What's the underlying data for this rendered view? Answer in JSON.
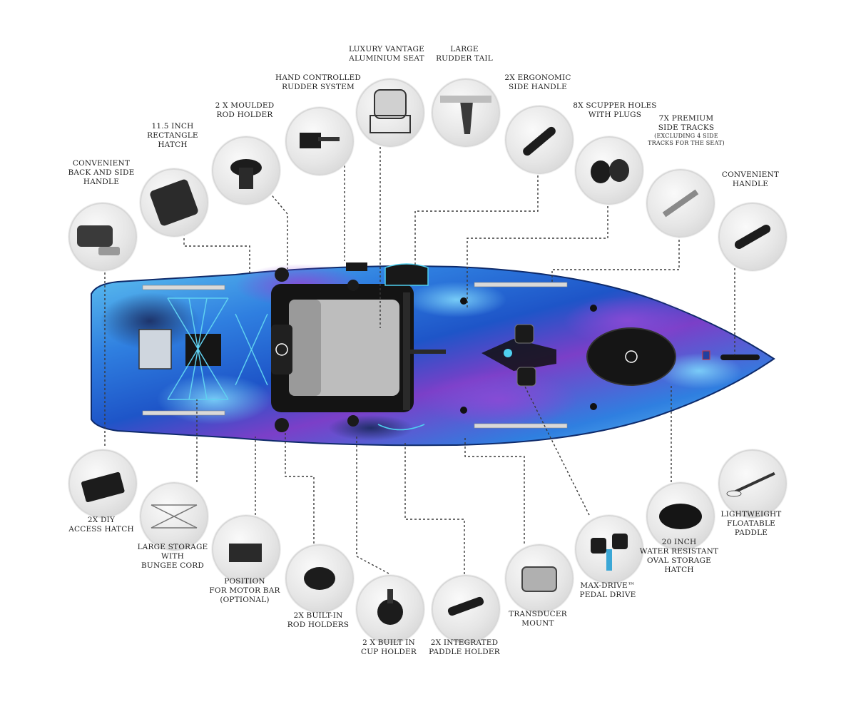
{
  "callouts": [
    {
      "id": "back-side-handle",
      "lines": [
        "CONVENIENT",
        "BACK AND SIDE",
        "HANDLE"
      ],
      "icon": "handle-icon"
    },
    {
      "id": "rectangle-hatch",
      "lines": [
        "11.5 INCH",
        "RECTANGLE",
        "HATCH"
      ],
      "icon": "hatch-icon"
    },
    {
      "id": "moulded-rod-holder",
      "lines": [
        "2 X MOULDED",
        "ROD HOLDER"
      ],
      "icon": "rod-holder-icon"
    },
    {
      "id": "rudder-system",
      "lines": [
        "HAND CONTROLLED",
        "RUDDER SYSTEM"
      ],
      "icon": "rudder-control-icon"
    },
    {
      "id": "aluminium-seat",
      "lines": [
        "LUXURY VANTAGE",
        "ALUMINIUM SEAT"
      ],
      "icon": "seat-icon"
    },
    {
      "id": "rudder-tail",
      "lines": [
        "LARGE",
        "RUDDER TAIL"
      ],
      "icon": "rudder-tail-icon"
    },
    {
      "id": "side-handle",
      "lines": [
        "2X ERGONOMIC",
        "SIDE HANDLE"
      ],
      "icon": "side-handle-icon"
    },
    {
      "id": "scupper-holes",
      "lines": [
        "8X SCUPPER HOLES",
        "WITH PLUGS"
      ],
      "icon": "scupper-plug-icon"
    },
    {
      "id": "side-tracks",
      "lines": [
        "7X PREMIUM",
        "SIDE TRACKS"
      ],
      "sub": [
        "(EXCLUDING 4 SIDE",
        "TRACKS FOR THE SEAT)"
      ],
      "icon": "track-icon"
    },
    {
      "id": "front-handle",
      "lines": [
        "CONVENIENT",
        "HANDLE"
      ],
      "icon": "front-handle-icon"
    },
    {
      "id": "diy-hatch",
      "lines": [
        "2X DIY",
        "ACCESS HATCH"
      ],
      "icon": "diy-hatch-icon"
    },
    {
      "id": "bungee-storage",
      "lines": [
        "LARGE STORAGE",
        "WITH",
        "BUNGEE CORD"
      ],
      "icon": "bungee-icon"
    },
    {
      "id": "motor-bar",
      "lines": [
        "POSITION",
        "FOR MOTOR BAR",
        "(OPTIONAL)"
      ],
      "icon": "motor-bar-icon"
    },
    {
      "id": "built-in-rod-holders",
      "lines": [
        "2X BUILT-IN",
        "ROD HOLDERS"
      ],
      "icon": "flush-rod-holder-icon"
    },
    {
      "id": "cup-holder",
      "lines": [
        "2 X BUILT IN",
        "CUP HOLDER"
      ],
      "icon": "cup-holder-icon"
    },
    {
      "id": "paddle-holder",
      "lines": [
        "2X INTEGRATED",
        "PADDLE HOLDER"
      ],
      "icon": "paddle-holder-icon"
    },
    {
      "id": "transducer-mount",
      "lines": [
        "TRANSDUCER",
        "MOUNT"
      ],
      "icon": "transducer-icon"
    },
    {
      "id": "pedal-drive",
      "lines": [
        "MAX-DRIVE™",
        "PEDAL DRIVE"
      ],
      "icon": "pedal-drive-icon"
    },
    {
      "id": "oval-hatch",
      "lines": [
        "20 INCH",
        "WATER RESISTANT",
        "OVAL STORAGE",
        "HATCH"
      ],
      "icon": "oval-hatch-icon"
    },
    {
      "id": "paddle",
      "lines": [
        "LIGHTWEIGHT",
        "FLOATABLE",
        "PADDLE"
      ],
      "icon": "paddle-icon"
    }
  ],
  "colors": {
    "hull_blue": "#2f7fe0",
    "hull_dark": "#1a2a5e",
    "hull_purple": "#7b3fc8",
    "hull_cyan": "#5fc3f0",
    "deck_black": "#1c1c1c",
    "seat_grey": "#b9b9b9",
    "leader": "#3a3a3a"
  }
}
